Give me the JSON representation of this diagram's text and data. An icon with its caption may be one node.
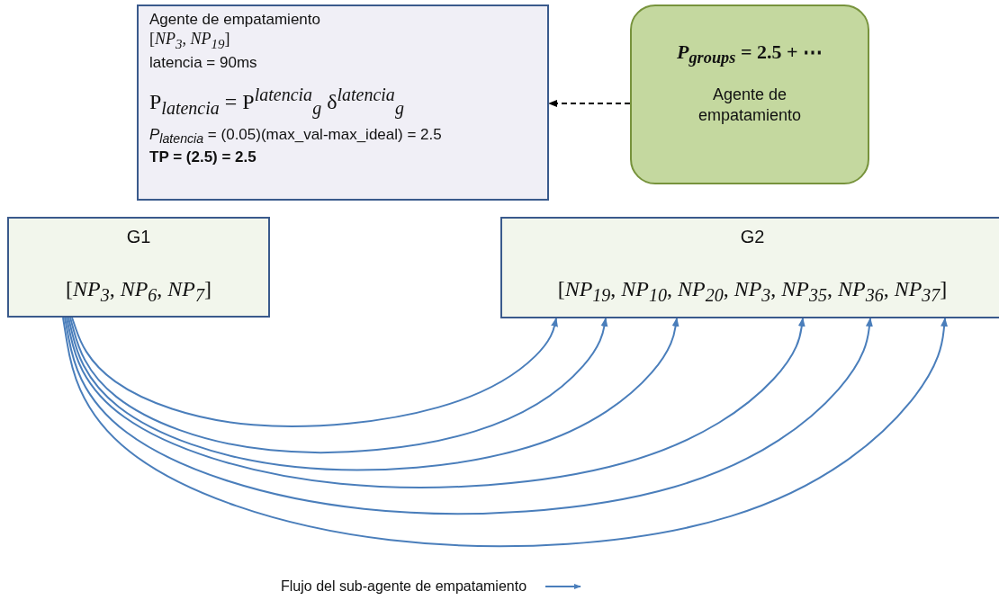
{
  "diagram": {
    "nodes": [
      {
        "text": [
          "Agente de empatamiento",
          "[*NP*$_{3}$, *NP*$_{19}$]",
          "latencia = 90ms",
          "P$_{latencia}$ = P$^{latencia}$$_{g}$ δ$^{latencia}$$_{g}$",
          "*P*$_{latencia}$ = (0.05)(max_val-max_ideal) = 2.5",
          "TP = (2.5) = 2.5"
        ]
      },
      {
        "text": [
          "*P*$_{groups}$ = 2.5 + ⋯",
          "Agente de empatamiento"
        ]
      },
      {
        "text": [
          "G1",
          "[*NP*$_{3}$, *NP*$_{6}$, *NP*$_{7}$]"
        ]
      },
      {
        "text": [
          "G2",
          "[*NP*$_{19}$, *NP*$_{10}$, *NP*$_{20}$, *NP*$_{3}$, *NP*$_{35}$, *NP*$_{36}$, *NP*$_{37}$]"
        ]
      }
    ],
    "edges": [
      {
        "from": 1,
        "to": 0,
        "arrow": "to",
        "style": "dashed",
        "color": "#000000"
      },
      {
        "from": 2,
        "to": 3,
        "arrow": "to"
      },
      {
        "from": 2,
        "to": 3,
        "arrow": "to"
      },
      {
        "from": 2,
        "to": 3,
        "arrow": "to"
      },
      {
        "from": 2,
        "to": 3,
        "arrow": "to"
      },
      {
        "from": 2,
        "to": 3,
        "arrow": "to"
      },
      {
        "from": 2,
        "to": 3,
        "arrow": "to"
      }
    ],
    "legend": [
      {
        "text": "Flujo del sub-agente de empatamiento"
      }
    ]
  }
}
